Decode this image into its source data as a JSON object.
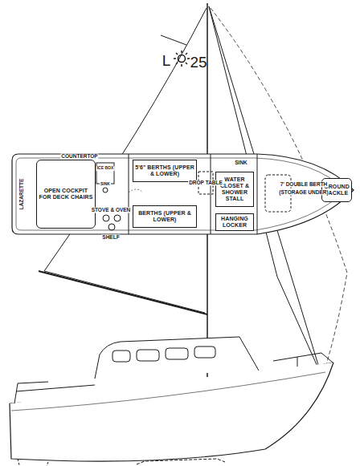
{
  "diagram": {
    "nodes": [
      {
        "text": [
          "OPEN COCKPIT FOR DECK CHAIRS"
        ]
      },
      {
        "text": [
          "5'6\" BERTHS (UPPER & LOWER)"
        ]
      },
      {
        "text": [
          "BERTHS (UPPER & LOWER)"
        ]
      },
      {
        "text": [
          "WATER CLOSET & SHOWER STALL"
        ]
      },
      {
        "text": [
          "HANGING LOCKER"
        ]
      },
      {
        "text": [
          "GROUND TACKLE"
        ]
      }
    ],
    "labels": [
      "L",
      "25",
      "LAZARETTE",
      "COUNTERTOP",
      "ICE BOX",
      "SINK",
      "STOVE & OVEN",
      "SHELF",
      "DROP TABLE",
      "SINK",
      "7' DOUBLE BERTH",
      "(STORAGE UNDER)"
    ]
  }
}
